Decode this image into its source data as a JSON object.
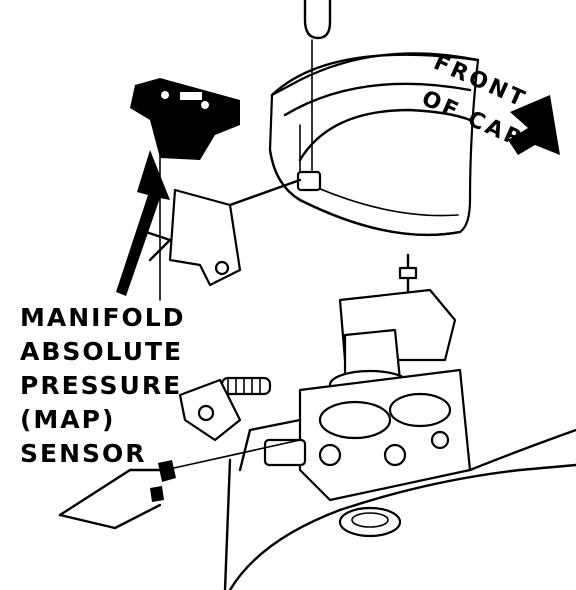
{
  "callout": {
    "lines": [
      "MANIFOLD",
      "ABSOLUTE",
      "PRESSURE",
      "(MAP)",
      "SENSOR"
    ]
  },
  "orientation": {
    "line1": "FRONT",
    "line2": "OF CAR"
  },
  "colors": {
    "ink": "#000000",
    "paper": "#ffffff"
  }
}
